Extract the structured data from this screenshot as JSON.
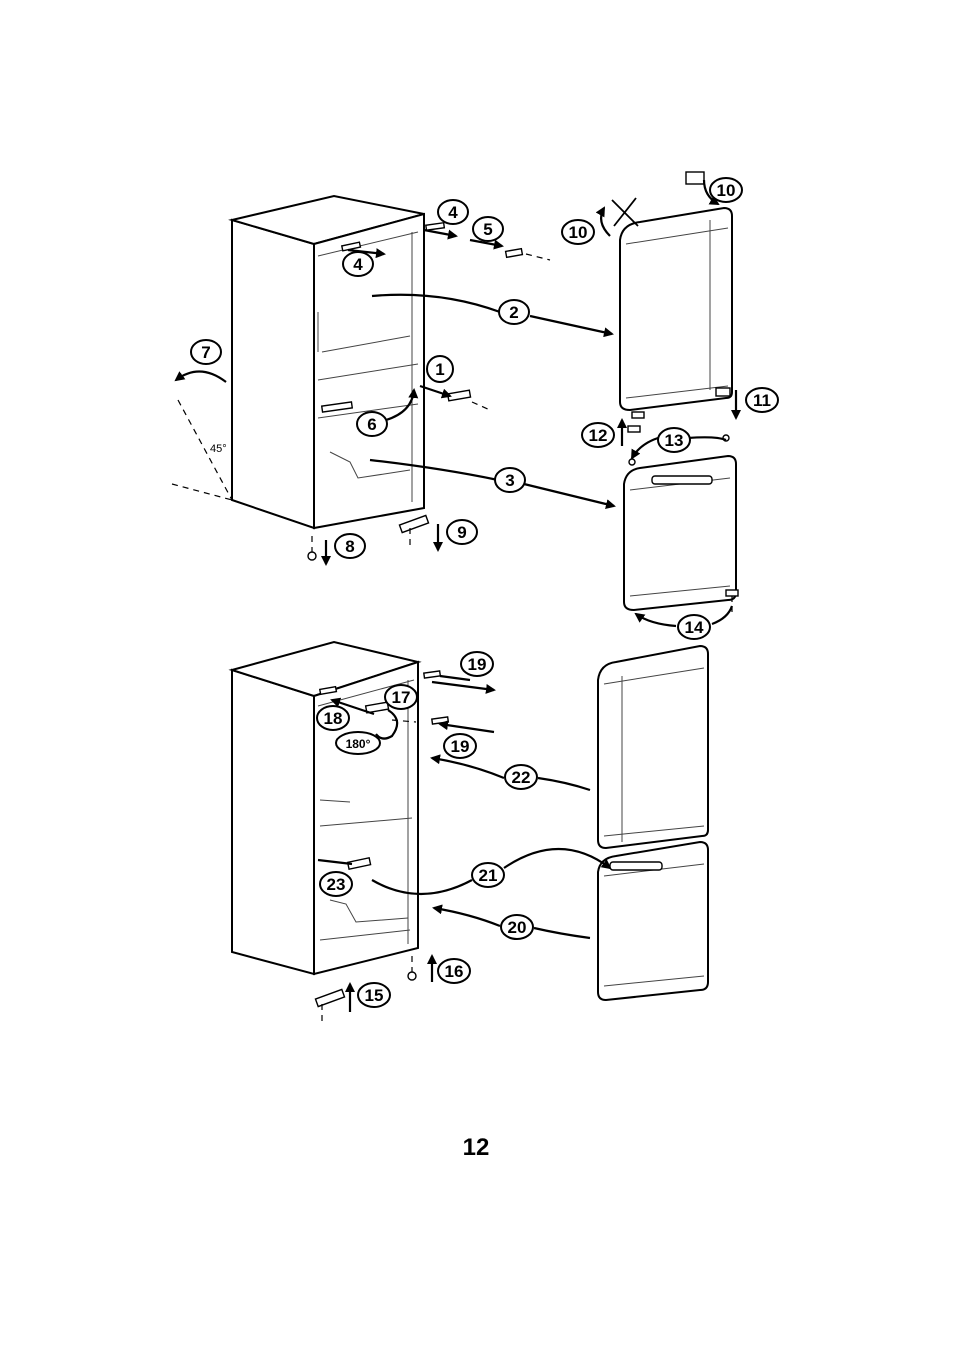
{
  "page_number": "12",
  "angle_label": "45°",
  "rotation_label": "180°",
  "callouts": {
    "c1": "1",
    "c2": "2",
    "c3": "3",
    "c4a": "4",
    "c4b": "4",
    "c5": "5",
    "c6": "6",
    "c7": "7",
    "c8": "8",
    "c9": "9",
    "c10a": "10",
    "c10b": "10",
    "c11": "11",
    "c12": "12",
    "c13": "13",
    "c14": "14",
    "c15": "15",
    "c16": "16",
    "c17": "17",
    "c18": "18",
    "c19a": "19",
    "c19b": "19",
    "c20": "20",
    "c21": "21",
    "c22": "22",
    "c23": "23"
  }
}
